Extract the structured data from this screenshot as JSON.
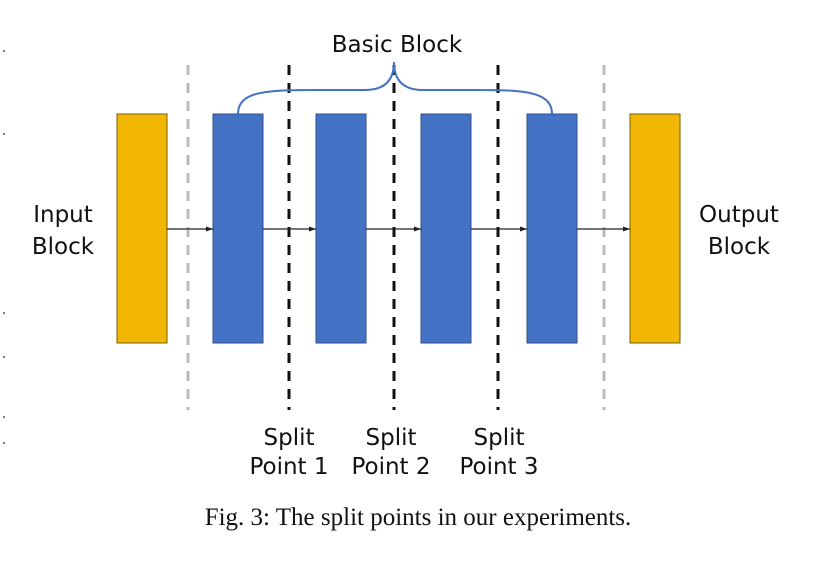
{
  "diagram": {
    "basic_block_label": "Basic Block",
    "input_label": [
      "Input",
      "Block"
    ],
    "output_label": [
      "Output",
      "Block"
    ],
    "split_points": [
      {
        "line1": "Split",
        "line2": "Point 1"
      },
      {
        "line1": "Split",
        "line2": "Point 2"
      },
      {
        "line1": "Split",
        "line2": "Point 3"
      }
    ],
    "colors": {
      "io_block": "#F2B705",
      "basic_block": "#4472C4",
      "brace": "#4472C4",
      "split_line": "#111111",
      "boundary_line": "#BBBBBB",
      "arrow": "#222222"
    }
  },
  "caption": "Fig. 3: The split points in our experiments."
}
